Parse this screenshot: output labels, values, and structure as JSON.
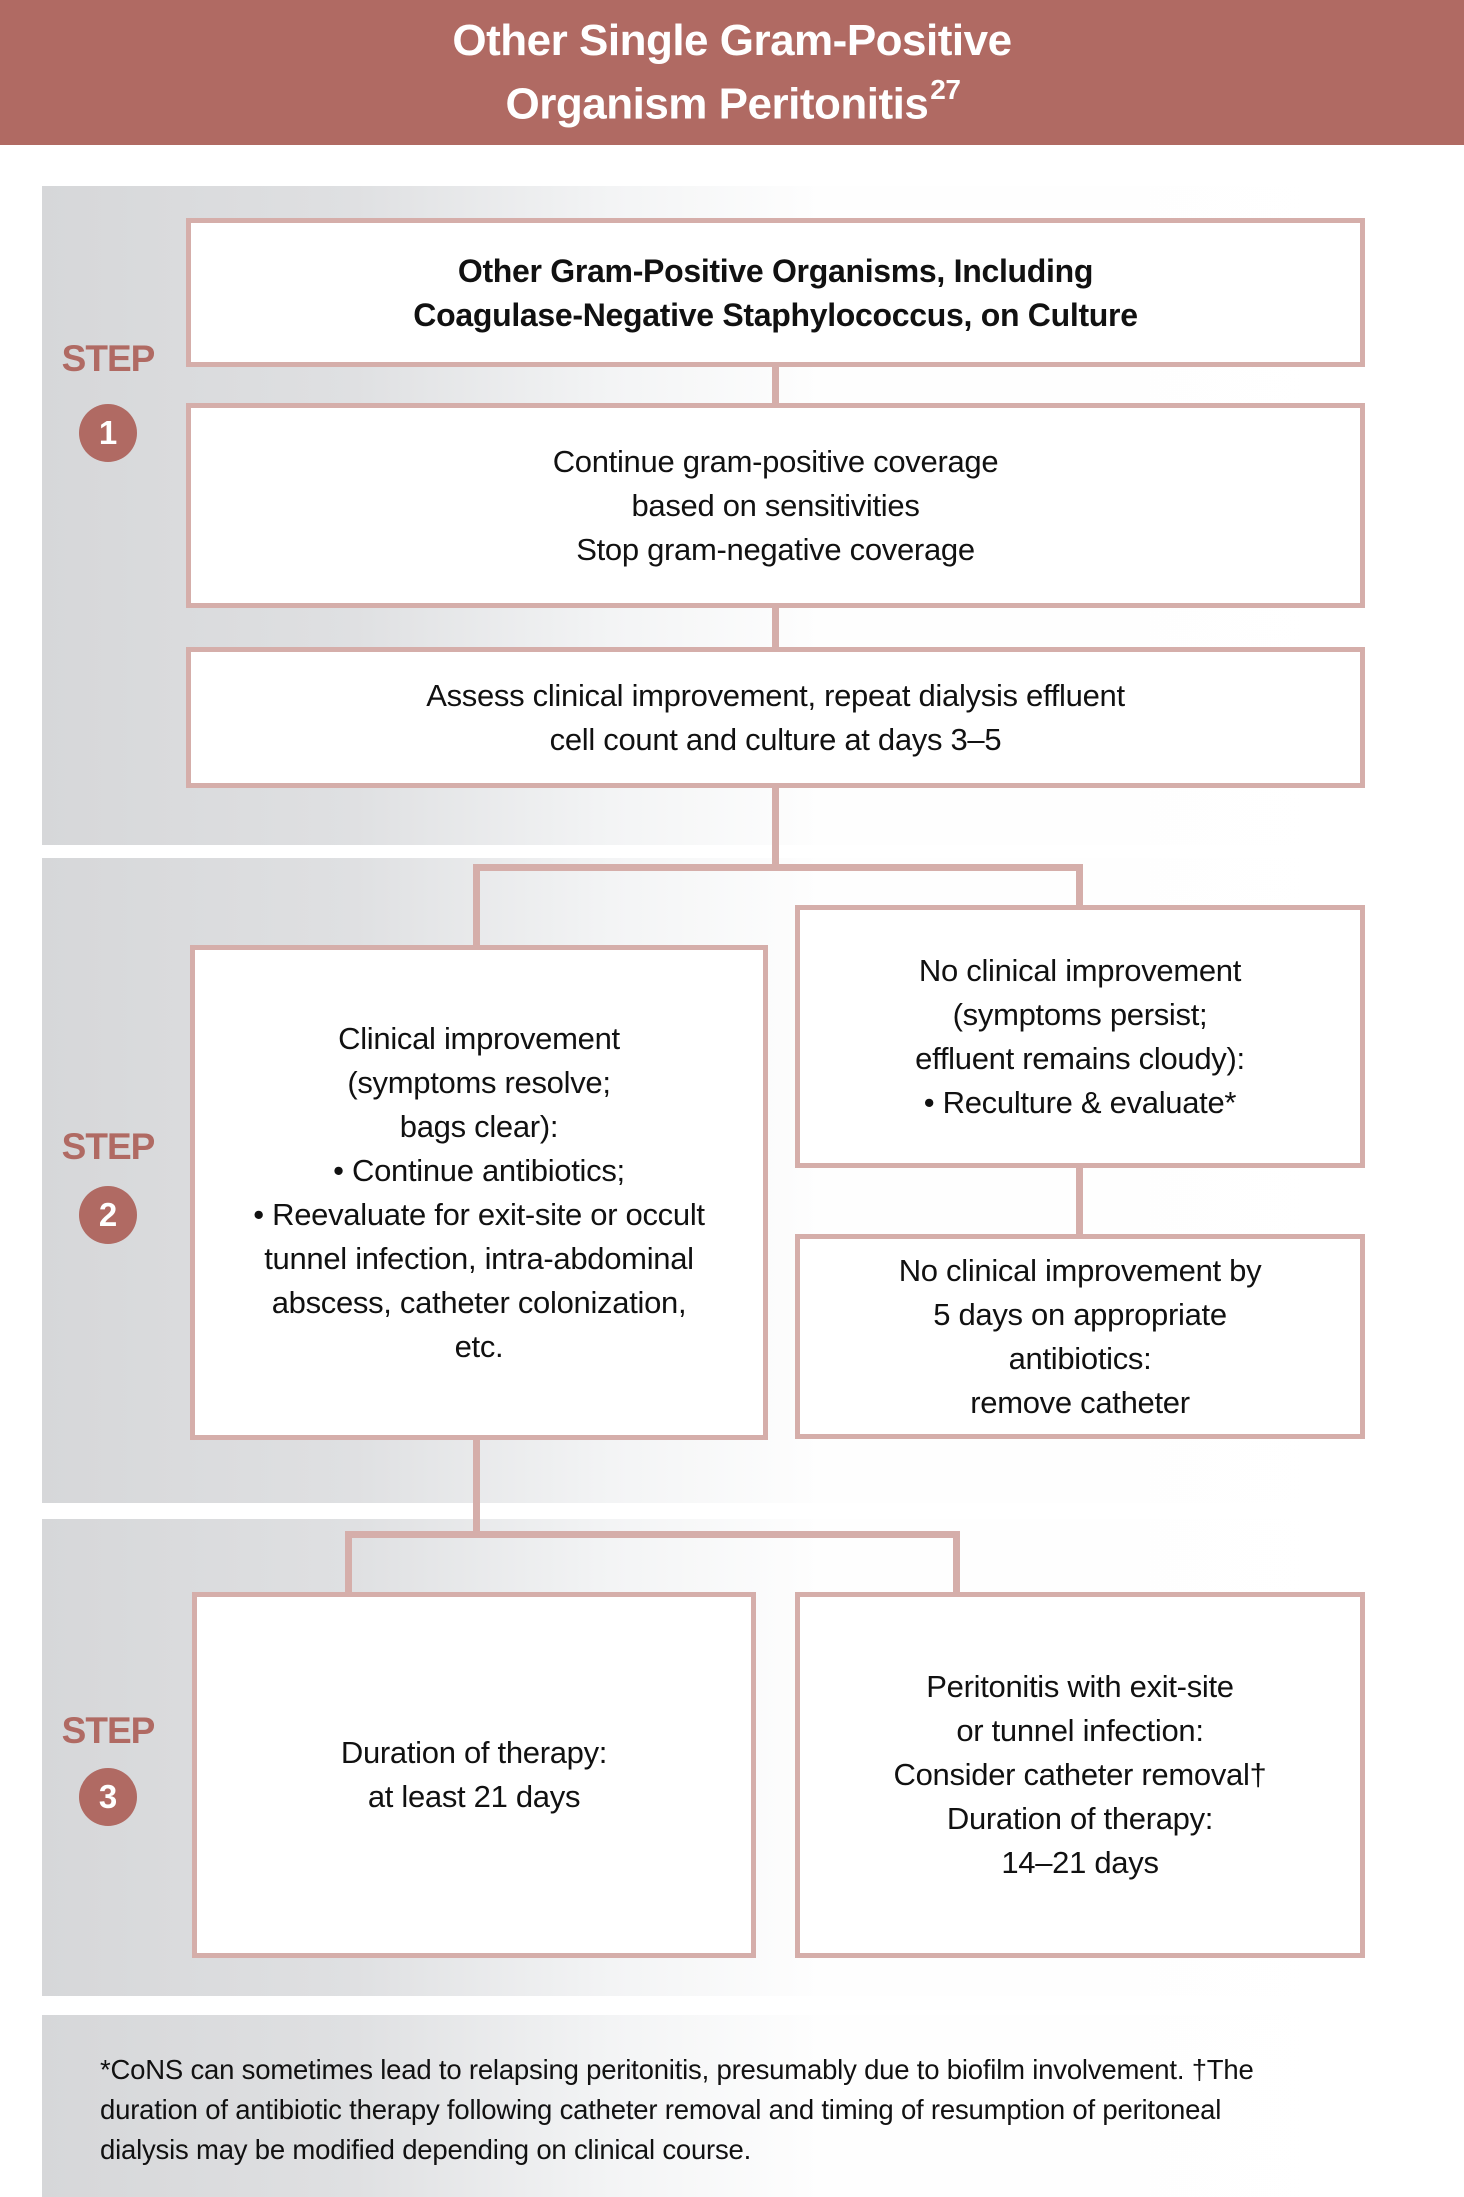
{
  "title": {
    "line1": "Other Single Gram-Positive",
    "line2": "Organism Peritonitis",
    "reference": "27"
  },
  "colors": {
    "accent_rose": "#b06a63",
    "line_rose": "#d5aeaa",
    "panel_gray": "#d6d7d9",
    "text": "#111111"
  },
  "steps": [
    {
      "label": "STEP",
      "number": "1"
    },
    {
      "label": "STEP",
      "number": "2"
    },
    {
      "label": "STEP",
      "number": "3"
    }
  ],
  "flowchart": {
    "culture_box": "Other Gram-Positive Organisms, Including\nCoagulase-Negative Staphylococcus, on Culture",
    "coverage_box": "Continue gram-positive coverage\nbased on sensitivities\nStop gram-negative coverage",
    "assess_box": "Assess clinical improvement, repeat dialysis effluent\ncell count and culture at days 3–5",
    "improvement_box": "Clinical improvement\n(symptoms resolve;\nbags clear):\n• Continue antibiotics;\n• Reevaluate for exit-site or occult\ntunnel infection, intra-abdominal\nabscess, catheter colonization,\netc.",
    "no_improvement_box": "No clinical improvement\n(symptoms persist;\neffluent remains cloudy):\n• Reculture & evaluate*",
    "no_improvement_5day_box": "No clinical improvement by\n5 days on appropriate\nantibiotics:\nremove catheter",
    "duration_box": "Duration of therapy:\nat least 21 days",
    "exit_site_box": "Peritonitis with exit-site\nor tunnel infection:\nConsider catheter removal†\nDuration of therapy:\n14–21 days"
  },
  "footnote": "*CoNS can sometimes lead to relapsing peritonitis, presumably due to biofilm involvement. †The\nduration of antibiotic therapy following catheter removal and timing of resumption of peritoneal\ndialysis may be modified depending on clinical course."
}
